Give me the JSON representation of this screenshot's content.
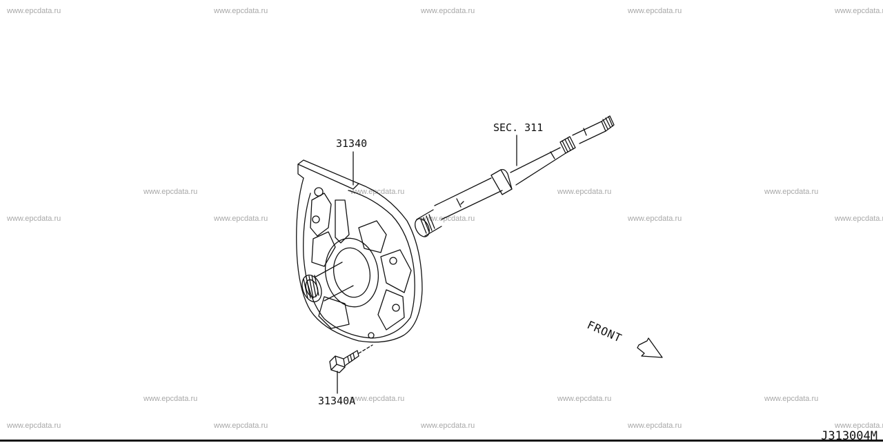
{
  "watermarks": {
    "text": "www.epcdata.ru",
    "items": [
      "www.epcdata.ru",
      "www.epcdata.ru",
      "www.epcdata.ru",
      "www.epcdata.ru",
      "www.epcdata.ru",
      "www.epcdata.ru",
      "www.epcdata.ru",
      "www.epcdata.ru",
      "www.epcdata.ru",
      "www.epcdata.ru",
      "www.epcdata.ru",
      "www.epcdata.ru",
      "www.epcdata.ru",
      "www.epcdata.ru",
      "www.epcdata.ru",
      "www.epcdata.ru",
      "www.epcdata.ru",
      "www.epcdata.ru",
      "www.epcdata.ru",
      "www.epcdata.ru",
      "www.epcdata.ru",
      "www.epcdata.ru",
      "www.epcdata.ru"
    ]
  },
  "callouts": {
    "pump": "31340",
    "bolt": "31340A",
    "shaft_section": "SEC. 311"
  },
  "direction": {
    "label": "FRONT"
  },
  "diagram_code": "J313004M"
}
